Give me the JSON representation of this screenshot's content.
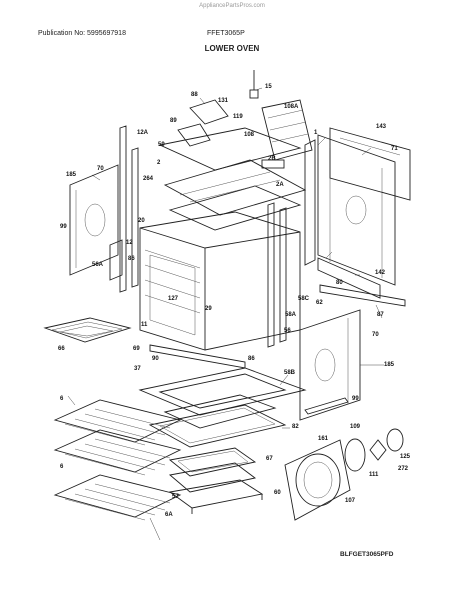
{
  "watermark": "AppliancePartsPros.com",
  "publication": "Publication No: 5995697918",
  "model": "FFET3065P",
  "section_title": "LOWER OVEN",
  "diagram_code": "BLFGET3065PFD",
  "callouts": [
    "15",
    "88",
    "131",
    "108A",
    "89",
    "119",
    "12A",
    "1",
    "108",
    "143",
    "59",
    "71",
    "2B",
    "2",
    "70",
    "2A",
    "264",
    "185",
    "20",
    "99",
    "12",
    "86",
    "142",
    "56A",
    "80",
    "62",
    "127",
    "29",
    "58C",
    "58A",
    "66",
    "69",
    "11",
    "87",
    "56",
    "70",
    "90",
    "86",
    "37",
    "58B",
    "185",
    "6",
    "99",
    "82",
    "6",
    "161",
    "109",
    "67",
    "125",
    "111",
    "272",
    "57",
    "60",
    "107",
    "6A"
  ]
}
